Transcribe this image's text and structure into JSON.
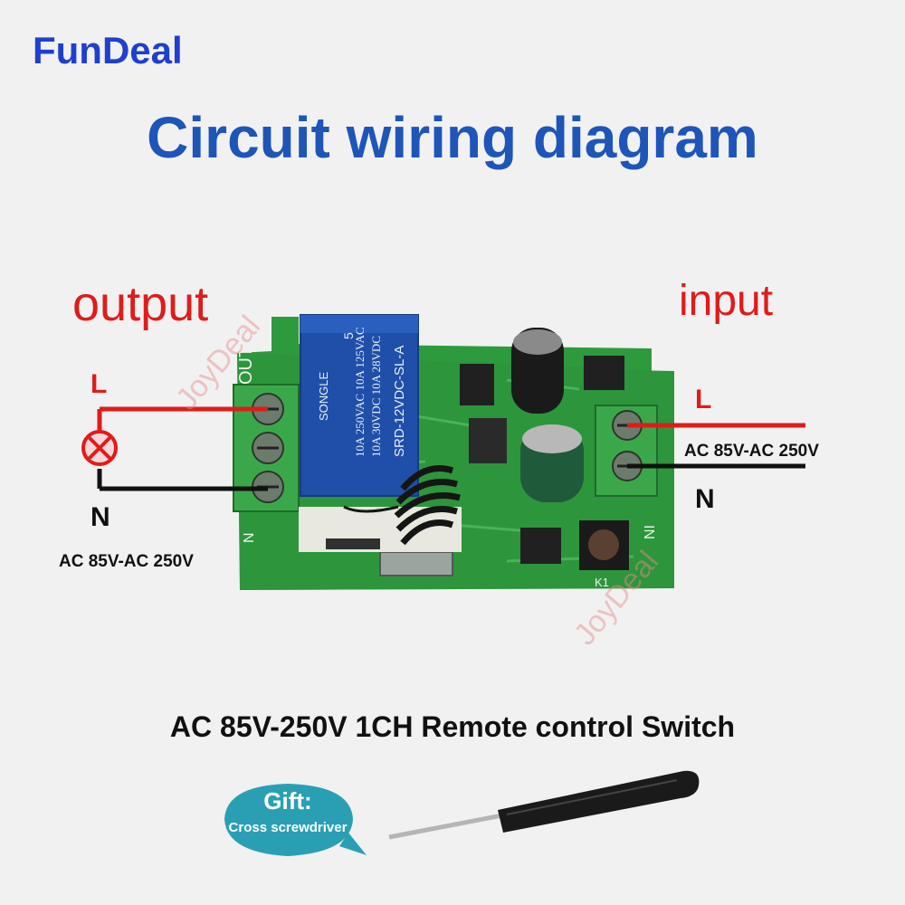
{
  "brand": "FunDeal",
  "title": "Circuit wiring diagram",
  "output": {
    "label": "output",
    "line_label": "L",
    "neutral_label": "N",
    "voltage": "AC 85V-AC 250V"
  },
  "input": {
    "label": "input",
    "line_label": "L",
    "neutral_label": "N",
    "voltage": "AC 85V-AC 250V"
  },
  "board": {
    "relay_brand": "SONGLE",
    "relay_model": "SRD-12VDC-SL-A",
    "relay_rating_1": "10A 250VAC 10A 125VAC",
    "relay_rating_2": "10A 30VDC 10A 28VDC",
    "relay_number": "5",
    "button_label": "K1",
    "silk_out": "OUT",
    "silk_in": "IN",
    "silk_n": "N"
  },
  "watermark": "JoyDeal",
  "product": "AC 85V-250V 1CH Remote control Switch",
  "gift": {
    "title": "Gift:",
    "subtitle": "Cross screwdriver"
  },
  "colors": {
    "brand": "#1f3fd0",
    "title": "#1e55b8",
    "live_wire": "#e01b1b",
    "neutral_wire": "#111111",
    "pcb": "#2e9a3e",
    "relay": "#1f4fa8",
    "terminal": "#3aa84a",
    "gift_badge": "#2a9fb4"
  },
  "icons": [
    "lamp-icon",
    "screwdriver-icon"
  ]
}
